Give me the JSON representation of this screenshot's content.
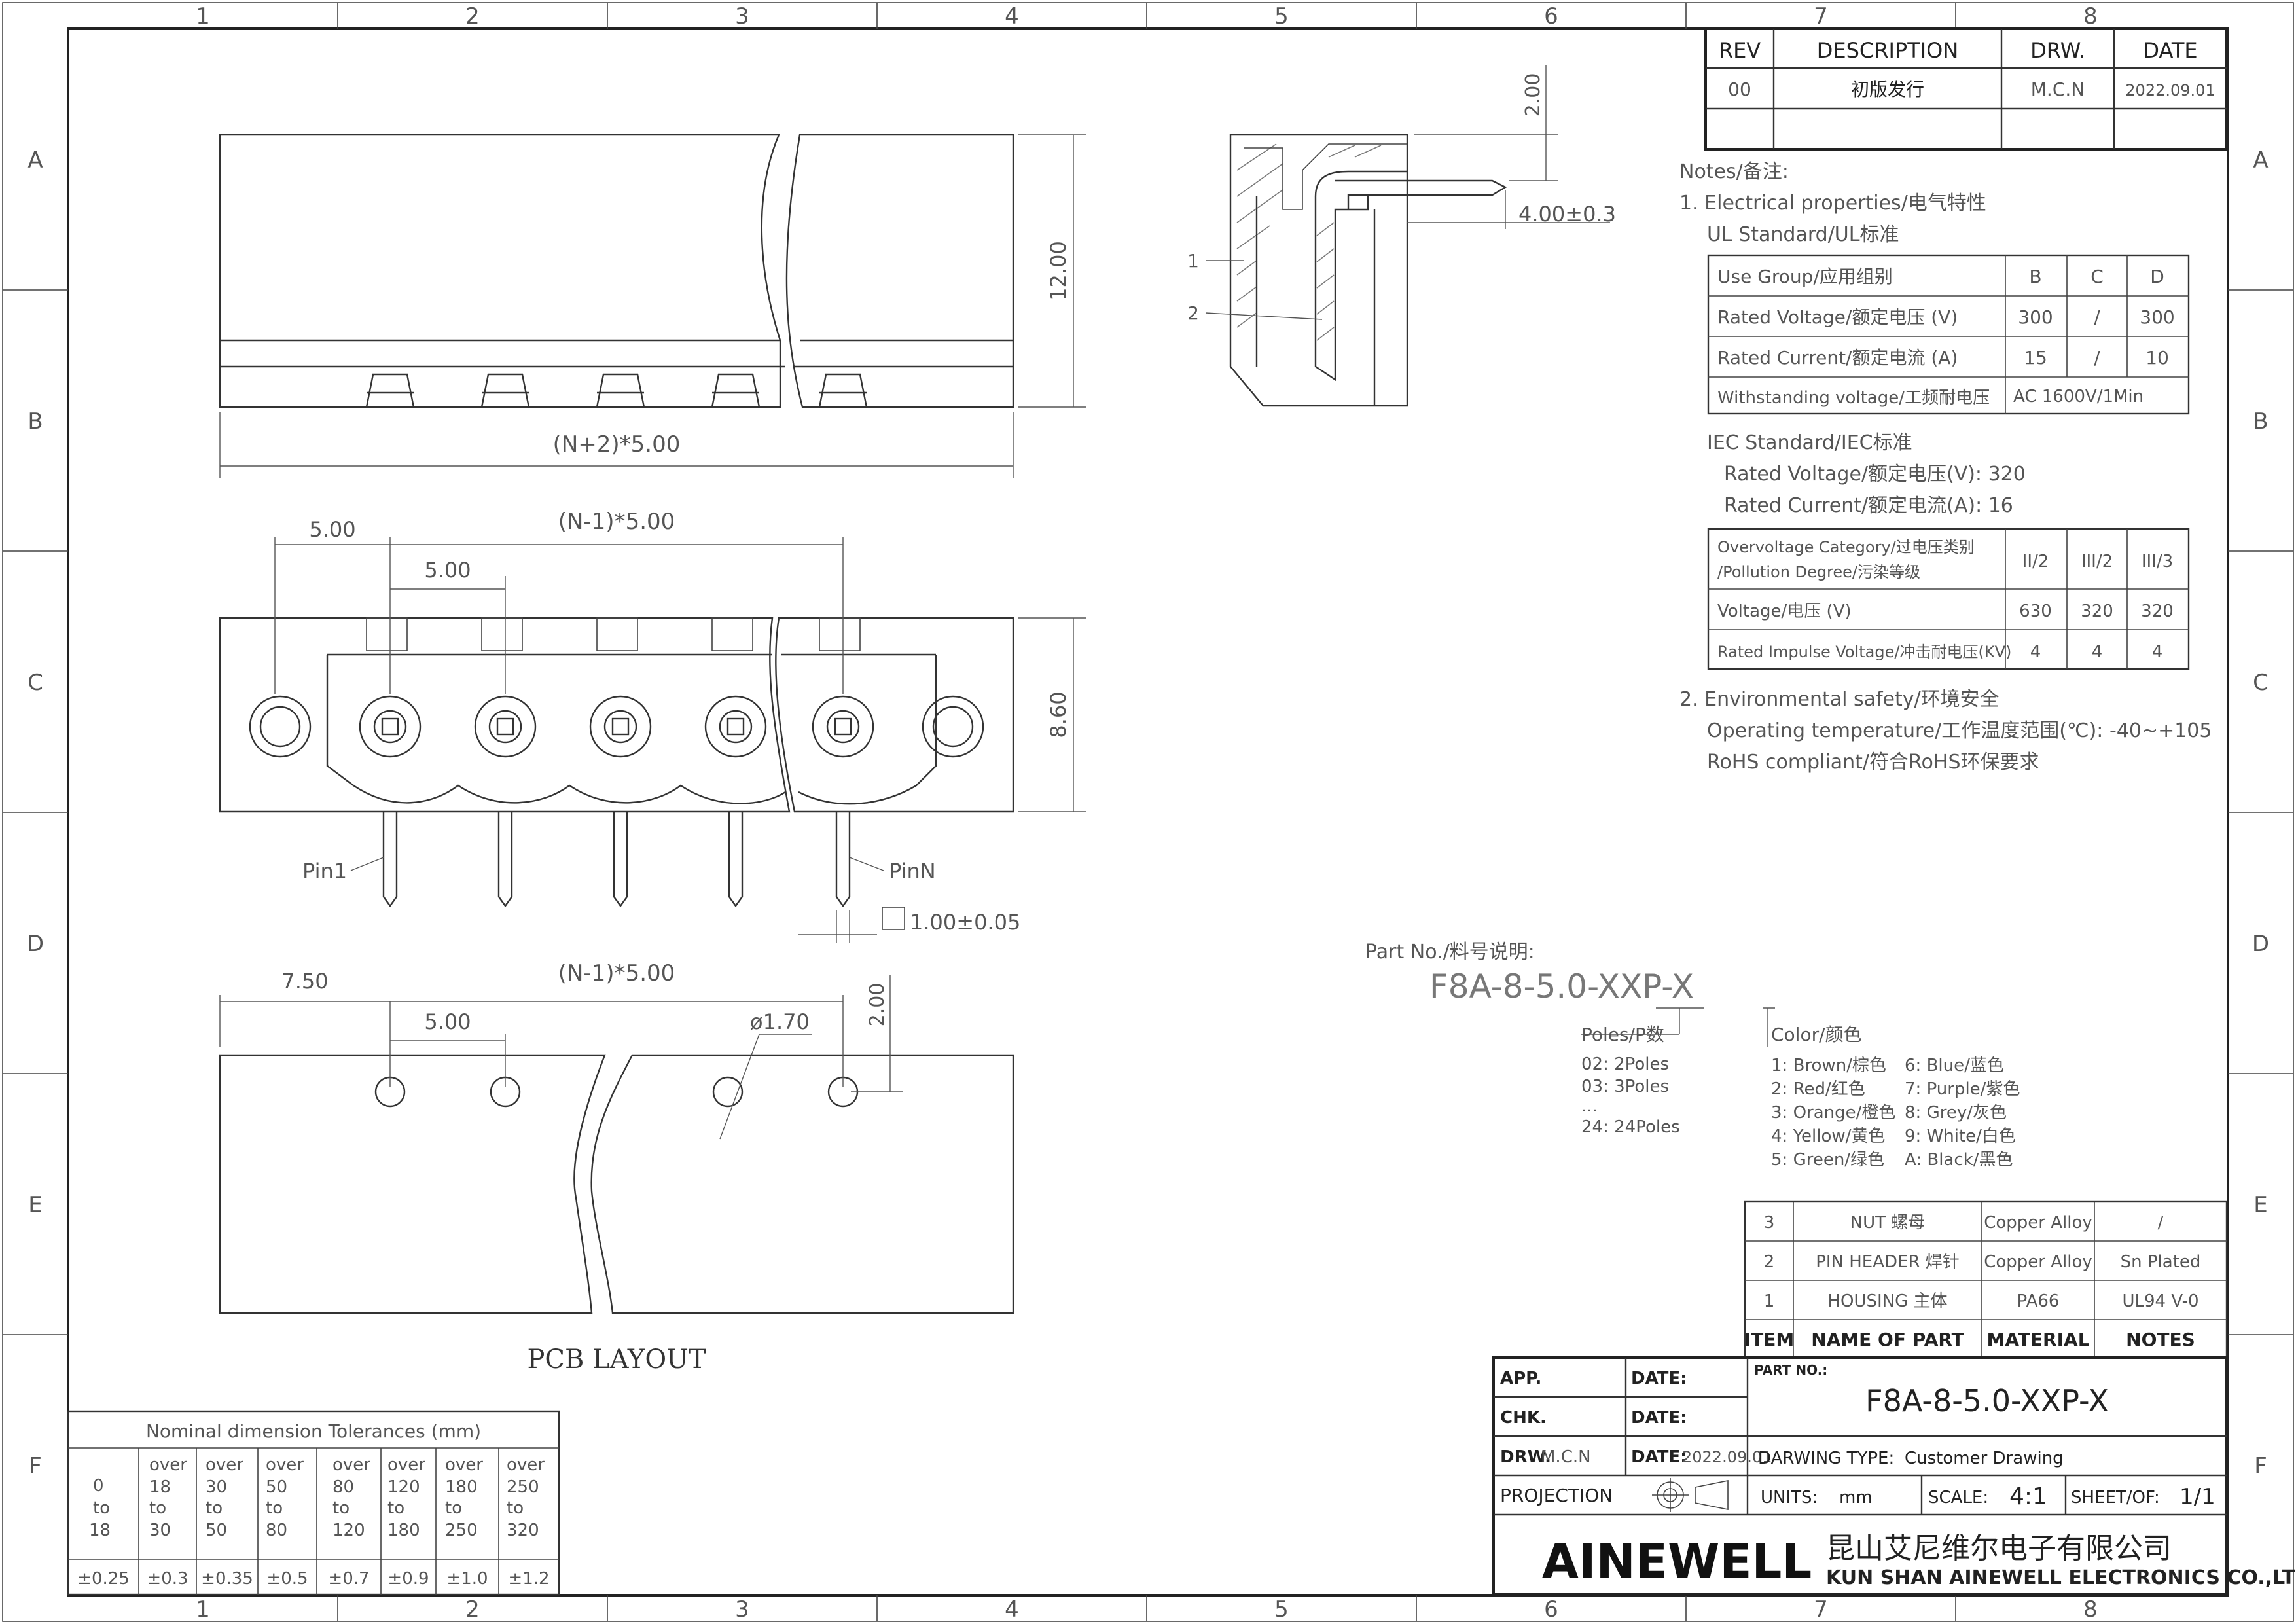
{
  "frame": {
    "columns": [
      "1",
      "2",
      "3",
      "4",
      "5",
      "6",
      "7",
      "8"
    ],
    "rows": [
      "A",
      "B",
      "C",
      "D",
      "E",
      "F"
    ]
  },
  "revision_table": {
    "headers": [
      "REV",
      "DESCRIPTION",
      "DRW.",
      "DATE"
    ],
    "rows": [
      [
        "00",
        "初版发行",
        "M.C.N",
        "2022.09.01"
      ]
    ]
  },
  "notes": {
    "title": "Notes/备注:",
    "electrical_title": "1. Electrical properties/电气特性",
    "ul_title": "UL Standard/UL标准",
    "ul_table": [
      [
        "Use Group/应用组别",
        "B",
        "C",
        "D"
      ],
      [
        "Rated Voltage/额定电压 (V)",
        "300",
        "/",
        "300"
      ],
      [
        "Rated Current/额定电流 (A)",
        "15",
        "/",
        "10"
      ],
      [
        "Withstanding voltage/工频耐电压",
        "AC 1600V/1Min"
      ]
    ],
    "iec_title": "IEC Standard/IEC标准",
    "iec_voltage": "Rated Voltage/额定电压(V): 320",
    "iec_current": "Rated Current/额定电流(A):  16",
    "iec_table": [
      [
        "Overvoltage Category/过电压类别",
        "/Pollution Degree/污染等级",
        "II/2",
        "III/2",
        "III/3"
      ],
      [
        "Voltage/电压 (V)",
        "630",
        "320",
        "320"
      ],
      [
        "Rated Impulse Voltage/冲击耐电压(KV)",
        "4",
        "4",
        "4"
      ]
    ],
    "env_title": "2. Environmental safety/环境安全",
    "env_temp": "Operating temperature/工作温度范围(℃): -40~+105",
    "env_rohs": "RoHS compliant/符合RoHS环保要求"
  },
  "dimensions": {
    "top_width": "(N+2)*5.00",
    "top_height": "12.00",
    "front_pitch_left": "5.00",
    "front_span": "(N-1)*5.00",
    "front_pitch": "5.00",
    "front_height": "8.60",
    "pin1": "Pin1",
    "pinN": "PinN",
    "pin_square": "1.00±0.05",
    "side_top": "2.00",
    "side_length": "4.00±0.3",
    "side_label_1": "1",
    "side_label_2": "2",
    "pcb_left": "7.50",
    "pcb_span": "(N-1)*5.00",
    "pcb_pitch": "5.00",
    "pcb_hole": "ø1.70",
    "pcb_offset": "2.00",
    "pcb_title": "PCB LAYOUT"
  },
  "part_number": {
    "label": "Part No./料号说明:",
    "code": "F8A-8-5.0-XXP-X",
    "poles_title": "Poles/P数",
    "poles": [
      "02: 2Poles",
      "03: 3Poles",
      "...",
      "24: 24Poles"
    ],
    "color_title": "Color/颜色",
    "colors_left": [
      "1: Brown/棕色",
      "2: Red/红色",
      "3: Orange/橙色",
      "4: Yellow/黄色",
      "5: Green/绿色"
    ],
    "colors_right": [
      "6: Blue/蓝色",
      "7: Purple/紫色",
      "8: Grey/灰色",
      "9: White/白色",
      "A: Black/黑色"
    ]
  },
  "bom": {
    "rows": [
      [
        "3",
        "NUT 螺母",
        "Copper Alloy",
        "/"
      ],
      [
        "2",
        "PIN HEADER 焊针",
        "Copper Alloy",
        "Sn Plated"
      ],
      [
        "1",
        "HOUSING 主体",
        "PA66",
        "UL94 V-0"
      ]
    ],
    "headers": [
      "ITEM",
      "NAME OF PART",
      "MATERIAL",
      "NOTES"
    ]
  },
  "title_block": {
    "app": "APP.",
    "chk": "CHK.",
    "drw": "DRW.",
    "drw_name": "M.C.N",
    "date": "DATE:",
    "drw_date": "2022.09.01",
    "projection": "PROJECTION",
    "part_no_label": "PART NO.:",
    "part_no": "F8A-8-5.0-XXP-X",
    "drawing_type_label": "DARWING TYPE:",
    "drawing_type": "Customer Drawing",
    "units_label": "UNITS:",
    "units": "mm",
    "scale_label": "SCALE:",
    "scale": "4:1",
    "sheet_label": "SHEET/OF:",
    "sheet": "1/1",
    "logo": "AINEWELL",
    "company_cn": "昆山艾尼维尔电子有限公司",
    "company_en": "KUN SHAN AINEWELL ELECTRONICS CO.,LTD"
  },
  "tolerances": {
    "title": "Nominal dimension Tolerances (mm)",
    "ranges": [
      [
        "0",
        "to",
        "18"
      ],
      [
        "over",
        "18",
        "to",
        "30"
      ],
      [
        "over",
        "30",
        "to",
        "50"
      ],
      [
        "over",
        "50",
        "to",
        "80"
      ],
      [
        "over",
        "80",
        "to",
        "120"
      ],
      [
        "over",
        "120",
        "to",
        "180"
      ],
      [
        "over",
        "180",
        "to",
        "250"
      ],
      [
        "over",
        "250",
        "to",
        "320"
      ]
    ],
    "values": [
      "±0.25",
      "±0.3",
      "±0.35",
      "±0.5",
      "±0.7",
      "±0.9",
      "±1.0",
      "±1.2"
    ]
  }
}
